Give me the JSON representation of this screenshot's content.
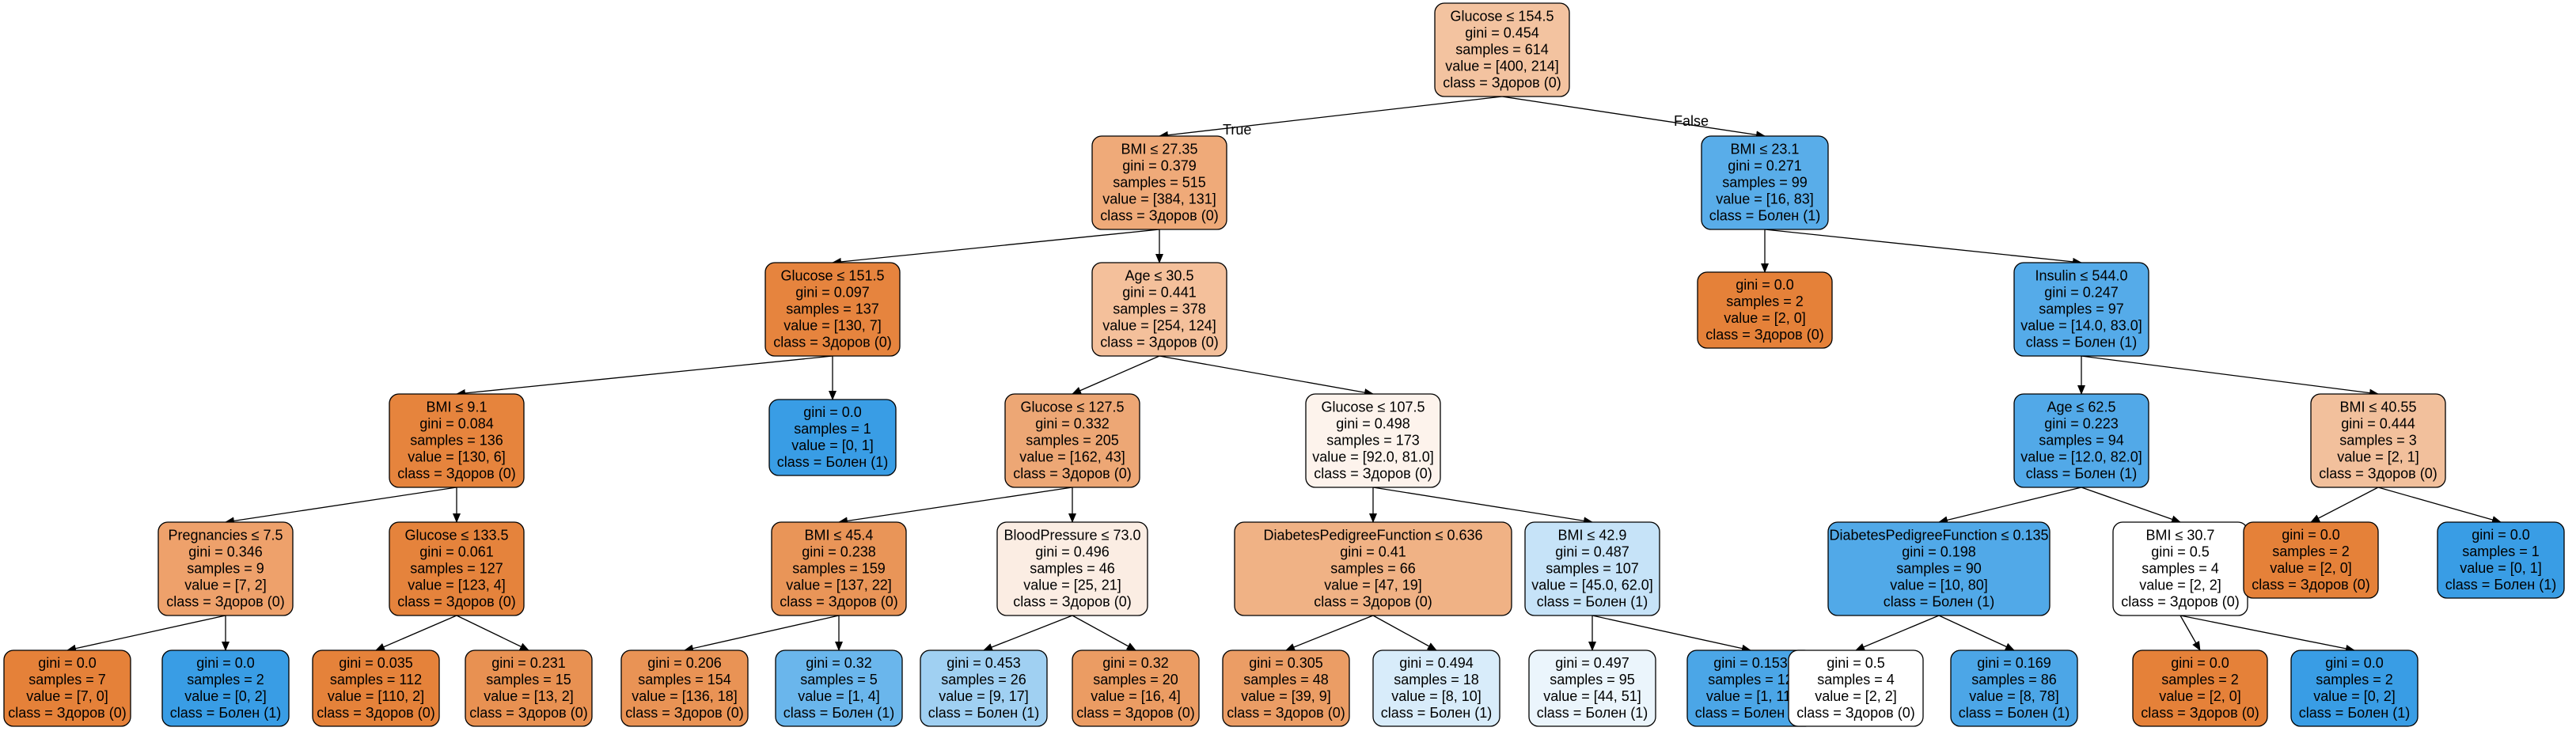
{
  "edge_labels": {
    "true": "True",
    "false": "False"
  },
  "colors": {
    "class0_strong": "#e58139",
    "class1_strong": "#399de5",
    "border": "#000000",
    "background": "#ffffff"
  },
  "nodes": [
    {
      "id": "n0",
      "parent": null,
      "fill": "#f3c3a0",
      "lines": [
        "Glucose ≤ 154.5",
        "gini = 0.454",
        "samples = 614",
        "value = [400, 214]",
        "class = Здоров (0)"
      ]
    },
    {
      "id": "n1",
      "parent": "n0",
      "fill": "#efaa79",
      "lines": [
        "BMI ≤ 27.35",
        "gini = 0.379",
        "samples = 515",
        "value = [384, 131]",
        "class = Здоров (0)"
      ]
    },
    {
      "id": "n2",
      "parent": "n1",
      "fill": "#e6843e",
      "lines": [
        "Glucose ≤ 151.5",
        "gini = 0.097",
        "samples = 137",
        "value = [130, 7]",
        "class = Здоров (0)"
      ]
    },
    {
      "id": "n3",
      "parent": "n2",
      "fill": "#e6843d",
      "lines": [
        "BMI ≤ 9.1",
        "gini = 0.084",
        "samples = 136",
        "value = [130, 6]",
        "class = Здоров (0)"
      ]
    },
    {
      "id": "n4",
      "parent": "n3",
      "fill": "#eea16b",
      "lines": [
        "Pregnancies ≤ 7.5",
        "gini = 0.346",
        "samples = 9",
        "value = [7, 2]",
        "class = Здоров (0)"
      ]
    },
    {
      "id": "n5",
      "parent": "n4",
      "fill": "#e58139",
      "lines": [
        "gini = 0.0",
        "samples = 7",
        "value = [7, 0]",
        "class = Здоров (0)"
      ]
    },
    {
      "id": "n6",
      "parent": "n4",
      "fill": "#399de5",
      "lines": [
        "gini = 0.0",
        "samples = 2",
        "value = [0, 2]",
        "class = Болен (1)"
      ]
    },
    {
      "id": "n7",
      "parent": "n3",
      "fill": "#e5833c",
      "lines": [
        "Glucose ≤ 133.5",
        "gini = 0.061",
        "samples = 127",
        "value = [123, 4]",
        "class = Здоров (0)"
      ]
    },
    {
      "id": "n8",
      "parent": "n7",
      "fill": "#e5823a",
      "lines": [
        "gini = 0.035",
        "samples = 112",
        "value = [110, 2]",
        "class = Здоров (0)"
      ]
    },
    {
      "id": "n9",
      "parent": "n7",
      "fill": "#e89152",
      "lines": [
        "gini = 0.231",
        "samples = 15",
        "value = [13, 2]",
        "class = Здоров (0)"
      ]
    },
    {
      "id": "n10",
      "parent": "n2",
      "fill": "#399de5",
      "lines": [
        "gini = 0.0",
        "samples = 1",
        "value = [0, 1]",
        "class = Болен (1)"
      ]
    },
    {
      "id": "n11",
      "parent": "n1",
      "fill": "#f4c09b",
      "lines": [
        "Age ≤ 30.5",
        "gini = 0.441",
        "samples = 378",
        "value = [254, 124]",
        "class = Здоров (0)"
      ]
    },
    {
      "id": "n12",
      "parent": "n11",
      "fill": "#eda775",
      "lines": [
        "Glucose ≤ 127.5",
        "gini = 0.332",
        "samples = 205",
        "value = [162, 43]",
        "class = Здоров (0)"
      ]
    },
    {
      "id": "n13",
      "parent": "n12",
      "fill": "#e99558",
      "lines": [
        "BMI ≤ 45.4",
        "gini = 0.238",
        "samples = 159",
        "value = [137, 22]",
        "class = Здоров (0)"
      ]
    },
    {
      "id": "n14",
      "parent": "n13",
      "fill": "#e99355",
      "lines": [
        "gini = 0.206",
        "samples = 154",
        "value = [136, 18]",
        "class = Здоров (0)"
      ]
    },
    {
      "id": "n15",
      "parent": "n13",
      "fill": "#6ab6ec",
      "lines": [
        "gini = 0.32",
        "samples = 5",
        "value = [1, 4]",
        "class = Болен (1)"
      ]
    },
    {
      "id": "n16",
      "parent": "n12",
      "fill": "#fbede3",
      "lines": [
        "BloodPressure ≤ 73.0",
        "gini = 0.496",
        "samples = 46",
        "value = [25, 21]",
        "class = Здоров (0)"
      ]
    },
    {
      "id": "n17",
      "parent": "n16",
      "fill": "#a0d0f2",
      "lines": [
        "gini = 0.453",
        "samples = 26",
        "value = [9, 17]",
        "class = Болен (1)"
      ]
    },
    {
      "id": "n18",
      "parent": "n16",
      "fill": "#eb9c63",
      "lines": [
        "gini = 0.32",
        "samples = 20",
        "value = [16, 4]",
        "class = Здоров (0)"
      ]
    },
    {
      "id": "n19",
      "parent": "n11",
      "fill": "#fdf3ec",
      "lines": [
        "Glucose ≤ 107.5",
        "gini = 0.498",
        "samples = 173",
        "value = [92.0, 81.0]",
        "class = Здоров (0)"
      ]
    },
    {
      "id": "n20",
      "parent": "n19",
      "fill": "#f0b285",
      "lines": [
        "DiabetesPedigreeFunction ≤ 0.636",
        "gini = 0.41",
        "samples = 66",
        "value = [47, 19]",
        "class = Здоров (0)"
      ]
    },
    {
      "id": "n21",
      "parent": "n20",
      "fill": "#eb9d65",
      "lines": [
        "gini = 0.305",
        "samples = 48",
        "value = [39, 9]",
        "class = Здоров (0)"
      ]
    },
    {
      "id": "n22",
      "parent": "n20",
      "fill": "#d8ecfa",
      "lines": [
        "gini = 0.494",
        "samples = 18",
        "value = [8, 10]",
        "class = Болен (1)"
      ]
    },
    {
      "id": "n23",
      "parent": "n19",
      "fill": "#c6e3f8",
      "lines": [
        "BMI ≤ 42.9",
        "gini = 0.487",
        "samples = 107",
        "value = [45.0, 62.0]",
        "class = Болен (1)"
      ]
    },
    {
      "id": "n24",
      "parent": "n23",
      "fill": "#ebf5fc",
      "lines": [
        "gini = 0.497",
        "samples = 95",
        "value = [44, 51]",
        "class = Болен (1)"
      ]
    },
    {
      "id": "n25",
      "parent": "n23",
      "fill": "#4ba6e7",
      "lines": [
        "gini = 0.153",
        "samples = 12",
        "value = [1, 11]",
        "class = Болен (1)"
      ]
    },
    {
      "id": "n26",
      "parent": "n0",
      "fill": "#59ade9",
      "lines": [
        "BMI ≤ 23.1",
        "gini = 0.271",
        "samples = 99",
        "value = [16, 83]",
        "class = Болен (1)"
      ]
    },
    {
      "id": "n27",
      "parent": "n26",
      "fill": "#e58139",
      "lines": [
        "gini = 0.0",
        "samples = 2",
        "value = [2, 0]",
        "class = Здоров (0)"
      ]
    },
    {
      "id": "n28",
      "parent": "n26",
      "fill": "#55abe9",
      "lines": [
        "Insulin ≤ 544.0",
        "gini = 0.247",
        "samples = 97",
        "value = [14.0, 83.0]",
        "class = Болен (1)"
      ]
    },
    {
      "id": "n29",
      "parent": "n28",
      "fill": "#52a9e8",
      "lines": [
        "Age ≤ 62.5",
        "gini = 0.223",
        "samples = 94",
        "value = [12.0, 82.0]",
        "class = Болен (1)"
      ]
    },
    {
      "id": "n30",
      "parent": "n29",
      "fill": "#51a9e8",
      "lines": [
        "DiabetesPedigreeFunction ≤ 0.135",
        "gini = 0.198",
        "samples = 90",
        "value = [10, 80]",
        "class = Болен (1)"
      ]
    },
    {
      "id": "n31",
      "parent": "n30",
      "fill": "#ffffff",
      "lines": [
        "gini = 0.5",
        "samples = 4",
        "value = [2, 2]",
        "class = Здоров (0)"
      ]
    },
    {
      "id": "n32",
      "parent": "n30",
      "fill": "#4ca6e7",
      "lines": [
        "gini = 0.169",
        "samples = 86",
        "value = [8, 78]",
        "class = Болен (1)"
      ]
    },
    {
      "id": "n33",
      "parent": "n29",
      "fill": "#ffffff",
      "lines": [
        "BMI ≤ 30.7",
        "gini = 0.5",
        "samples = 4",
        "value = [2, 2]",
        "class = Здоров (0)"
      ]
    },
    {
      "id": "n34",
      "parent": "n33",
      "fill": "#e58139",
      "lines": [
        "gini = 0.0",
        "samples = 2",
        "value = [2, 0]",
        "class = Здоров (0)"
      ]
    },
    {
      "id": "n35",
      "parent": "n33",
      "fill": "#399de5",
      "lines": [
        "gini = 0.0",
        "samples = 2",
        "value = [0, 2]",
        "class = Болен (1)"
      ]
    },
    {
      "id": "n36",
      "parent": "n28",
      "fill": "#f2c09c",
      "lines": [
        "BMI ≤ 40.55",
        "gini = 0.444",
        "samples = 3",
        "value = [2, 1]",
        "class = Здоров (0)"
      ]
    },
    {
      "id": "n37",
      "parent": "n36",
      "fill": "#e58139",
      "lines": [
        "gini = 0.0",
        "samples = 2",
        "value = [2, 0]",
        "class = Здоров (0)"
      ]
    },
    {
      "id": "n38",
      "parent": "n36",
      "fill": "#399de5",
      "lines": [
        "gini = 0.0",
        "samples = 1",
        "value = [0, 1]",
        "class = Болен (1)"
      ]
    }
  ]
}
